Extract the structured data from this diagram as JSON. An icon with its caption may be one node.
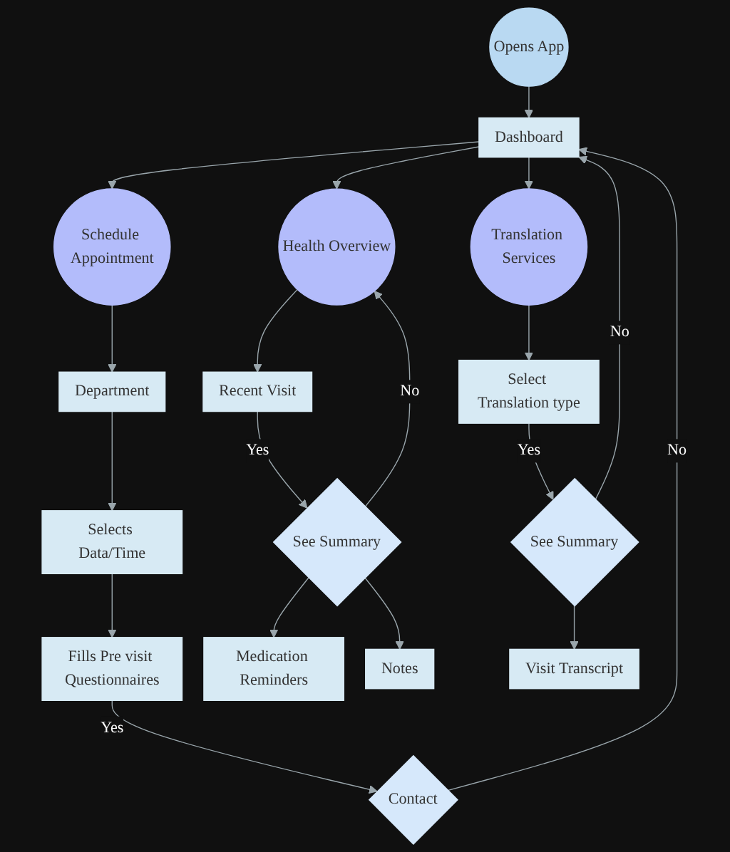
{
  "diagram": {
    "nodes": [
      {
        "text": [
          "Opens App"
        ]
      },
      {
        "text": [
          "Dashboard"
        ]
      },
      {
        "text": [
          "Health Overview"
        ]
      },
      {
        "text": [
          "Schedule Appointment"
        ]
      },
      {
        "text": [
          "Translation Services"
        ]
      },
      {
        "text": [
          "Recent Visit"
        ]
      },
      {
        "text": [
          "Department"
        ]
      },
      {
        "text": [
          "Select Translation type"
        ]
      },
      {
        "text": [
          "Selects Data/Time"
        ]
      },
      {
        "text": [
          "See Summary"
        ]
      },
      {
        "text": [
          "Fills Pre visit Questionnaires"
        ]
      },
      {
        "text": [
          "See Summary"
        ]
      },
      {
        "text": [
          "Medication Reminders"
        ]
      },
      {
        "text": [
          "Notes"
        ]
      },
      {
        "text": [
          "Contact"
        ]
      },
      {
        "text": [
          "Visit Transcript"
        ]
      }
    ],
    "edges": [
      {
        "from": 0,
        "to": 1,
        "arrow": "to"
      },
      {
        "from": 1,
        "to": 2,
        "arrow": "to"
      },
      {
        "from": 1,
        "to": 3,
        "arrow": "to"
      },
      {
        "from": 1,
        "to": 4,
        "arrow": "to"
      },
      {
        "from": 2,
        "to": 5,
        "arrow": "to"
      },
      {
        "from": 3,
        "to": 6,
        "arrow": "to"
      },
      {
        "from": 4,
        "to": 7,
        "arrow": "to"
      },
      {
        "from": 5,
        "to": 9,
        "arrow": "to",
        "label": "Yes"
      },
      {
        "from": 6,
        "to": 8,
        "arrow": "to"
      },
      {
        "from": 7,
        "to": 11,
        "arrow": "to",
        "label": "Yes"
      },
      {
        "from": 8,
        "to": 10,
        "arrow": "to"
      },
      {
        "from": 9,
        "to": 2,
        "arrow": "to",
        "label": "No"
      },
      {
        "from": 9,
        "to": 12,
        "arrow": "to"
      },
      {
        "from": 9,
        "to": 13,
        "arrow": "to"
      },
      {
        "from": 10,
        "to": 14,
        "arrow": "to",
        "label": "Yes"
      },
      {
        "from": 11,
        "to": 1,
        "arrow": "to",
        "label": "No"
      },
      {
        "from": 11,
        "to": 15,
        "arrow": "to"
      },
      {
        "from": 14,
        "to": 1,
        "arrow": "to",
        "label": "No"
      }
    ]
  }
}
